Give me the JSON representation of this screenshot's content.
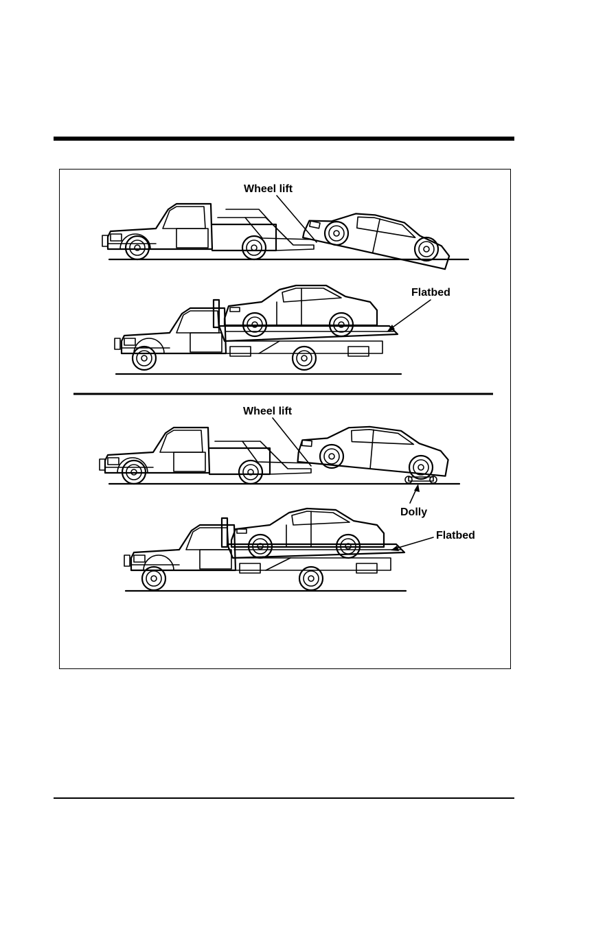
{
  "figure": {
    "panel1": {
      "wheel_lift_label": "Wheel lift",
      "flatbed_label": "Flatbed"
    },
    "panel2": {
      "wheel_lift_label": "Wheel lift",
      "dolly_label": "Dolly",
      "flatbed_label": "Flatbed"
    }
  }
}
